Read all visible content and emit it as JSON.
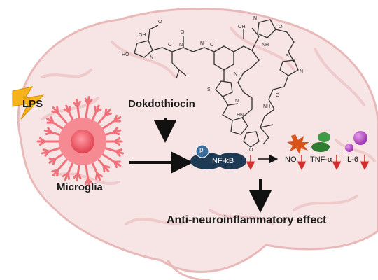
{
  "labels": {
    "stimulus": "LPS",
    "compound": "Dokdothiocin",
    "cell": "Microglia",
    "phospho": "p",
    "pathway": "NF-kB",
    "mediators": [
      "NO",
      "TNF-α",
      "IL-6"
    ],
    "outcome": "Anti-neuroinflammatory effect"
  },
  "colors": {
    "brain_fill": "#f7e4e4",
    "brain_stroke": "#e9b9b9",
    "microglia": "#f2707a",
    "microglia_core": "#e0414e",
    "lps_bolt": "#f5b21b",
    "nfkb": "#1f3a55",
    "no_burst": "#d8531a",
    "tnf": "#2e7d32",
    "il6": "#b04ec0",
    "down_arrow": "#d32f2f"
  },
  "icons": {
    "stimulus": "lightning-bolt-icon",
    "cell": "microglia-cell-icon",
    "no": "burst-icon",
    "tnf": "tnf-blob-icon",
    "il6": "il6-sphere-icon"
  }
}
